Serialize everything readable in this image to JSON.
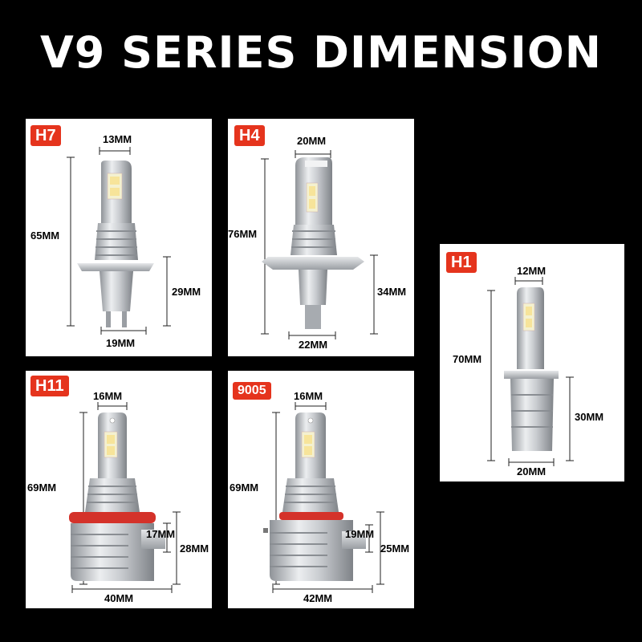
{
  "title": "V9 SERIES DIMENSION",
  "colors": {
    "background": "#000000",
    "card": "#ffffff",
    "badge": "#e5341d",
    "ring": "#d4322a",
    "metal": "#b9bcc0"
  },
  "bulbs": [
    {
      "id": "h7",
      "label": "H7",
      "top_width": "13MM",
      "height": "65MM",
      "base_height": "29MM",
      "base_width": "19MM"
    },
    {
      "id": "h4",
      "label": "H4",
      "top_width": "20MM",
      "height": "76MM",
      "base_height": "34MM",
      "base_width": "22MM"
    },
    {
      "id": "h1",
      "label": "H1",
      "top_width": "12MM",
      "height": "70MM",
      "base_height": "30MM",
      "base_width": "20MM"
    },
    {
      "id": "h11",
      "label": "H11",
      "top_width": "16MM",
      "height": "69MM",
      "connector_height": "17MM",
      "base_height": "28MM",
      "base_width": "40MM"
    },
    {
      "id": "9005",
      "label": "9005",
      "top_width": "16MM",
      "height": "69MM",
      "connector_height": "19MM",
      "base_height": "25MM",
      "base_width": "42MM"
    }
  ]
}
